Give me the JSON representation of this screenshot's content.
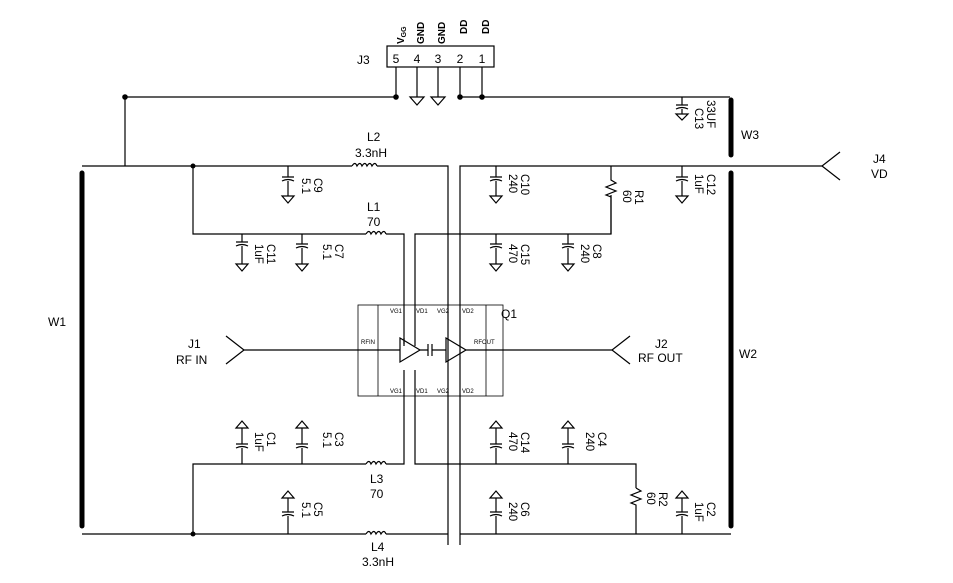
{
  "connector": {
    "ref": "J3",
    "pins": [
      "5",
      "4",
      "3",
      "2",
      "1"
    ],
    "pin_labels": {
      "vgg_main": "V",
      "vgg_sub": "GG",
      "gnd_a": "GND",
      "gnd_b": "GND",
      "vdd_a": "DD",
      "vdd_b": "DD"
    }
  },
  "wires": {
    "w1": "W1",
    "w2": "W2",
    "w3": "W3"
  },
  "ports": {
    "j1": {
      "ref": "J1",
      "name": "RF IN"
    },
    "j2": {
      "ref": "J2",
      "name": "RF OUT"
    },
    "j4": {
      "ref": "J4",
      "name": "VD"
    }
  },
  "inductors": {
    "l1": {
      "ref": "L1",
      "value": "70"
    },
    "l2": {
      "ref": "L2",
      "value": "3.3nH"
    },
    "l3": {
      "ref": "L3",
      "value": "70"
    },
    "l4": {
      "ref": "L4",
      "value": "3.3nH"
    }
  },
  "resistors": {
    "r1": {
      "ref": "R1",
      "value": "60"
    },
    "r2": {
      "ref": "R2",
      "value": "60"
    }
  },
  "capacitors": {
    "c1": {
      "ref": "C1",
      "value": "1uF"
    },
    "c2": {
      "ref": "C2",
      "value": "1uF"
    },
    "c3": {
      "ref": "C3",
      "value": "5.1"
    },
    "c4": {
      "ref": "C4",
      "value": "240"
    },
    "c5": {
      "ref": "C5",
      "value": "5.1"
    },
    "c6": {
      "ref": "C6",
      "value": "240"
    },
    "c7": {
      "ref": "C7",
      "value": "5.1"
    },
    "c8": {
      "ref": "C8",
      "value": "240"
    },
    "c9": {
      "ref": "C9",
      "value": "5.1"
    },
    "c10": {
      "ref": "C10",
      "value": "240"
    },
    "c11": {
      "ref": "C11",
      "value": "1uF"
    },
    "c12": {
      "ref": "C12",
      "value": "1uF"
    },
    "c13": {
      "ref": "C13",
      "value": "33UF"
    },
    "c14": {
      "ref": "C14",
      "value": "470"
    },
    "c15": {
      "ref": "C15",
      "value": "470"
    }
  },
  "amplifier": {
    "ref": "Q1",
    "pins": {
      "vg1": "VG1",
      "vd1": "VD1",
      "vg2": "VG2",
      "vd2": "VD2",
      "rfin": "RFIN",
      "rfout": "RFOUT"
    }
  }
}
